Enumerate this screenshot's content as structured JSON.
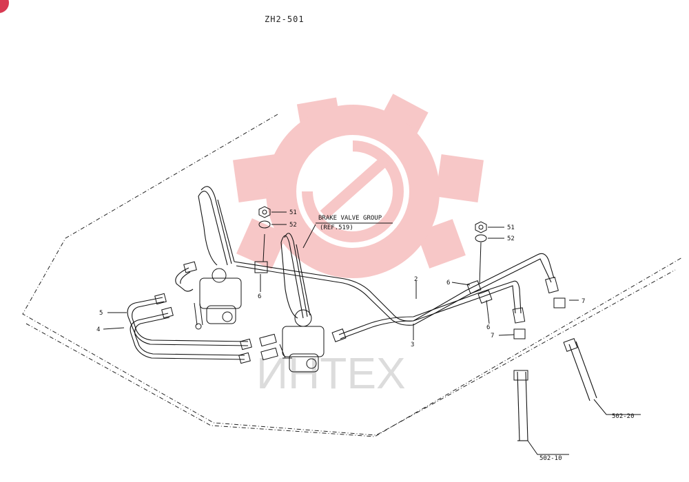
{
  "page": {
    "code": "ZH2-501"
  },
  "watermark": {
    "brand": "ИНТЕХ",
    "gear_color": "#f29a9a"
  },
  "corner_badge": {
    "color": "#d83a52"
  },
  "callout": {
    "title": "BRAKE VALVE GROUP",
    "ref": "(REF.519)"
  },
  "part_labels": {
    "p51a": "51",
    "p52a": "52",
    "p6a": "6",
    "p51b": "51",
    "p52b": "52",
    "p5": "5",
    "p4": "4",
    "p2": "2",
    "p3": "3",
    "p6b": "6",
    "p6c": "6",
    "p7a": "7",
    "p7b": "7"
  },
  "refs": {
    "left": "502-10",
    "right": "502-20"
  }
}
